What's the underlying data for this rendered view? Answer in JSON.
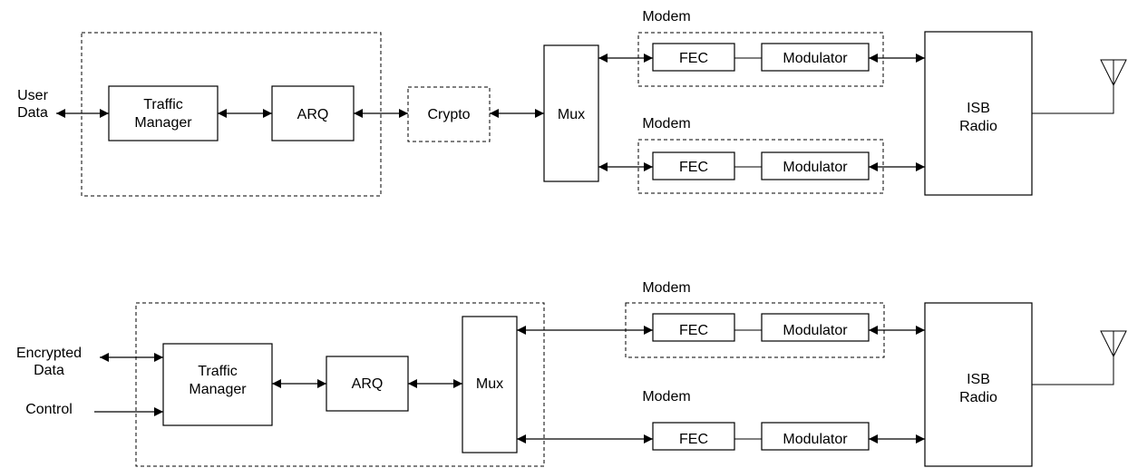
{
  "top": {
    "user_data": [
      "User",
      "Data"
    ],
    "traffic_manager": [
      "Traffic",
      "Manager"
    ],
    "arq": "ARQ",
    "crypto": "Crypto",
    "mux": "Mux",
    "modem1": {
      "label": "Modem",
      "fec": "FEC",
      "modulator": "Modulator"
    },
    "modem2": {
      "label": "Modem",
      "fec": "FEC",
      "modulator": "Modulator"
    },
    "radio": [
      "ISB",
      "Radio"
    ]
  },
  "bottom": {
    "encrypted_data": [
      "Encrypted",
      "Data"
    ],
    "control": "Control",
    "traffic_manager": [
      "Traffic",
      "Manager"
    ],
    "arq": "ARQ",
    "mux": "Mux",
    "modem1": {
      "label": "Modem",
      "fec": "FEC",
      "modulator": "Modulator"
    },
    "modem2": {
      "label": "Modem",
      "fec": "FEC",
      "modulator": "Modulator"
    },
    "radio": [
      "ISB",
      "Radio"
    ]
  }
}
